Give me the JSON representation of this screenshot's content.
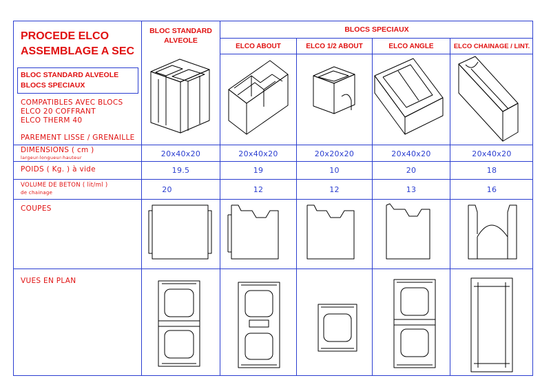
{
  "title": {
    "line1": "PROCEDE ELCO",
    "line2": "ASSEMBLAGE A SEC"
  },
  "box_label": {
    "line1": "BLOC STANDARD ALVEOLE",
    "line2": "BLOCS SPECIAUX"
  },
  "compat": {
    "line1": "COMPATIBLES AVEC BLOCS",
    "line2": "ELCO 20 COFFRANT",
    "line3": "ELCO THERM 40"
  },
  "parement": "PAREMENT LISSE / GRENAILLE",
  "headers": {
    "standard": {
      "line1": "BLOC STANDARD",
      "line2": "ALVEOLE"
    },
    "speciaux": "BLOCS SPECIAUX",
    "about": "ELCO ABOUT",
    "half_about": "ELCO 1/2 ABOUT",
    "angle": "ELCO ANGLE",
    "chainage": "ELCO CHAINAGE / LINT."
  },
  "rows": {
    "dimensions": {
      "label": "DIMENSIONS ( cm )",
      "sub": "largeur-longueur-hauteur",
      "values": [
        "20x40x20",
        "20x40x20",
        "20x20x20",
        "20x40x20",
        "20x40x20"
      ]
    },
    "poids": {
      "label": "POIDS ( Kg. ) à vide",
      "values": [
        "19.5",
        "19",
        "10",
        "20",
        "18"
      ]
    },
    "volume": {
      "label": "VOLUME DE BETON ( lit/ml )",
      "sub": "de chainage",
      "values": [
        "20",
        "12",
        "12",
        "13",
        "16"
      ]
    },
    "coupes": {
      "label": "COUPES"
    },
    "vues": {
      "label": "VUES EN PLAN"
    }
  },
  "colors": {
    "red": "#e01010",
    "blue": "#2a3dd0",
    "line": "#000000"
  }
}
